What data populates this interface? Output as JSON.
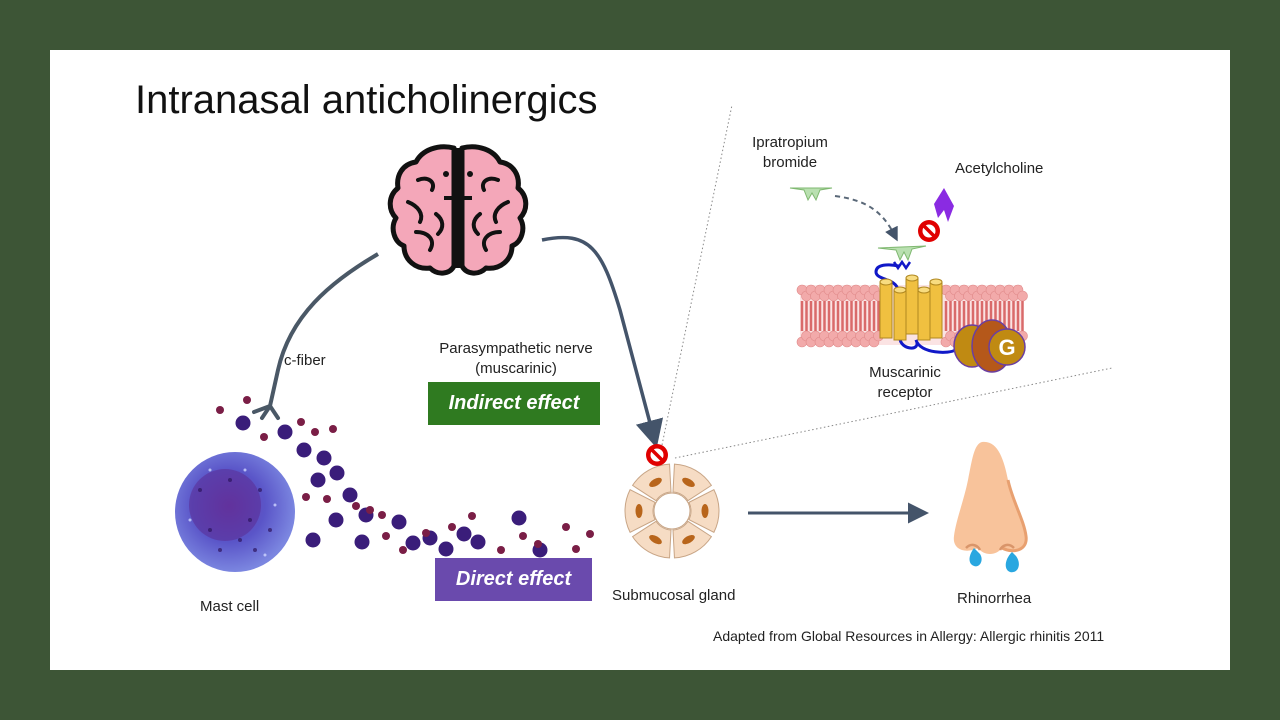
{
  "slide": {
    "title": "Intranasal anticholinergics",
    "background_color": "#3d5536",
    "canvas_color": "#ffffff"
  },
  "labels": {
    "c_fiber": "c-fiber",
    "parasympathetic_line1": "Parasympathetic nerve",
    "parasympathetic_line2": "(muscarinic)",
    "mast_cell": "Mast cell",
    "submucosal_gland": "Submucosal gland",
    "rhinorrhea": "Rhinorrhea",
    "ipratropium_line1": "Ipratropium",
    "ipratropium_line2": "bromide",
    "acetylcholine": "Acetylcholine",
    "muscarinic_line1": "Muscarinic",
    "muscarinic_line2": "receptor",
    "g_protein": "G"
  },
  "effects": {
    "indirect": {
      "label": "Indirect effect",
      "color": "#2f7a20"
    },
    "direct": {
      "label": "Direct effect",
      "color": "#6a4aad"
    }
  },
  "icons": {
    "brain": "brain-icon",
    "mast_cell": "mast-cell-icon",
    "gland": "submucosal-gland-icon",
    "nose": "nose-icon",
    "block": "no-entry-icon",
    "receptor": "muscarinic-receptor-icon",
    "membrane": "lipid-bilayer-icon",
    "g_protein": "g-protein-icon",
    "ipratropium": "ipratropium-molecule-icon",
    "acetylcholine": "acetylcholine-molecule-icon"
  },
  "colors": {
    "arrow": "#44546a",
    "brain_fill": "#f4a7b9",
    "granule_large": "#3a1d7a",
    "granule_small": "#7a1e46",
    "gland_fill": "#f6dcc4",
    "gland_nucleus": "#b8651b",
    "block_red": "#e00000",
    "membrane": "#e9a1a1",
    "helix": "#f0c040",
    "loop": "#1018c8",
    "drop": "#29a7e0",
    "nose": "#f8c39b"
  },
  "citation": "Adapted from Global Resources in Allergy: Allergic rhinitis 2011"
}
